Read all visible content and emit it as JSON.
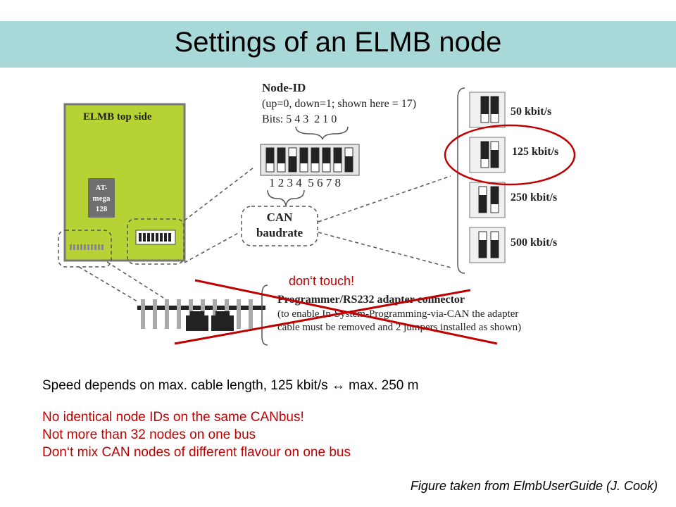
{
  "title": "Settings of an ELMB node",
  "diagram": {
    "board_label": "ELMB top side",
    "chip_label": [
      "AT-",
      "mega",
      "128"
    ],
    "node_id": {
      "heading": "Node-ID",
      "note": "(up=0, down=1; shown here = 17)",
      "bits": "Bits: 5 4 3  2 1 0"
    },
    "switch_numbers": "1 2 3 4  5 6 7 8",
    "can_baudrate": [
      "CAN",
      "baudrate"
    ],
    "baudrates": [
      "50 kbit/s",
      "125 kbit/s",
      "250 kbit/s",
      "500 kbit/s"
    ],
    "dont_touch": "don‘t touch!",
    "programmer": {
      "heading": "Programmer/RS232 adapter connector",
      "line1": "(to enable In-System-Programming-via-CAN the adapter",
      "line2": "cable must be removed and 2 jumpers installed as shown)"
    }
  },
  "speed_note": "Speed depends on max. cable length, 125 kbit/s ↔ max. 250 m",
  "rules": [
    "No identical node IDs on the same CANbus!",
    "Not more than 32 nodes on one bus",
    "Don‘t mix CAN nodes of different flavour on one bus"
  ],
  "caption": "Figure taken from ElmbUserGuide (J. Cook)",
  "colors": {
    "title_bar": "#a9d8d8",
    "board": "#b5d334",
    "highlight": "#c00000"
  }
}
